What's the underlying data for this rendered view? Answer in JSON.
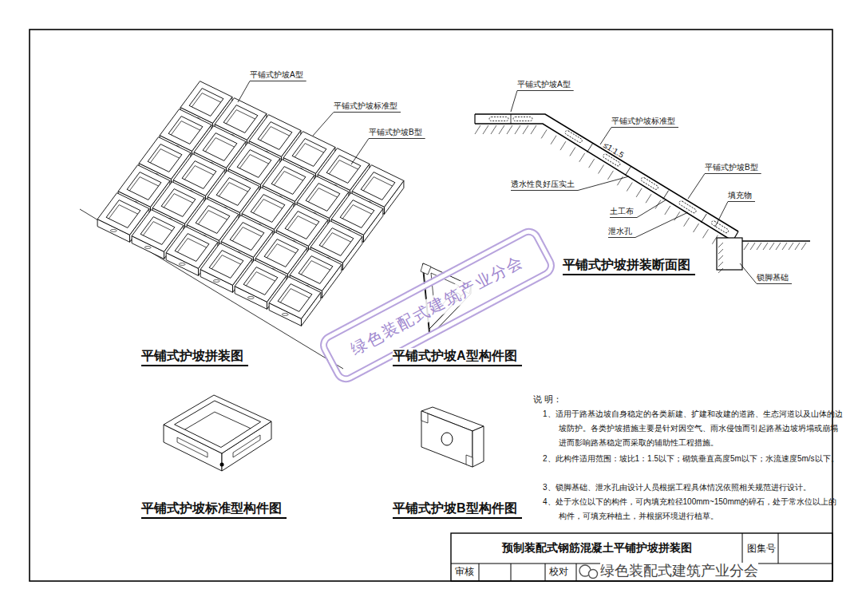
{
  "diagram": {
    "title": "预制装配式钢筋混凝土平铺护坡拼装图",
    "nodes": [
      {
        "text": [
          "绿色装配式建筑产业分会"
        ]
      }
    ],
    "edges": [],
    "labels": [
      "平铺式护坡A型",
      "平铺式护坡标准型",
      "平铺式护坡B型",
      "平铺式护坡A型",
      "平铺式护坡标准型",
      "≤1:1.5",
      "平铺式护坡B型",
      "透水性良好压实土",
      "填充物",
      "土工布",
      "泄水孔",
      "锁脚基础",
      "平铺式护坡拼装断面图",
      "平铺式护坡拼装图",
      "平铺式护坡A型构件图",
      "平铺式护坡标准型构件图",
      "平铺式护坡B型构件图",
      "说 明：",
      "1、适用于路基边坡自身稳定的各类新建、扩建和改建的道路、生态河道以及山体的边坡防护。各类护坡措施主要是针对因空气、雨水侵蚀而引起路基边坡坍塌或崩塌进而影响路基稳定而采取的辅助性工程措施。",
      "2、此构件适用范围：坡比1：1.5以下；砌筑垂直高度5m以下；水流速度5m/s以下。",
      "3、锁脚基础、泄水孔由设计人员根据工程具体情况依照相关规范进行设计。",
      "4、处于水位以下的构件，可内填充粒径100mm~150mm的碎石，处于常水位以上的构件，可填充种植土，并根据环境进行植草。",
      "图集号",
      "审核",
      "校对",
      "绿色装配式建筑产业分会"
    ]
  }
}
